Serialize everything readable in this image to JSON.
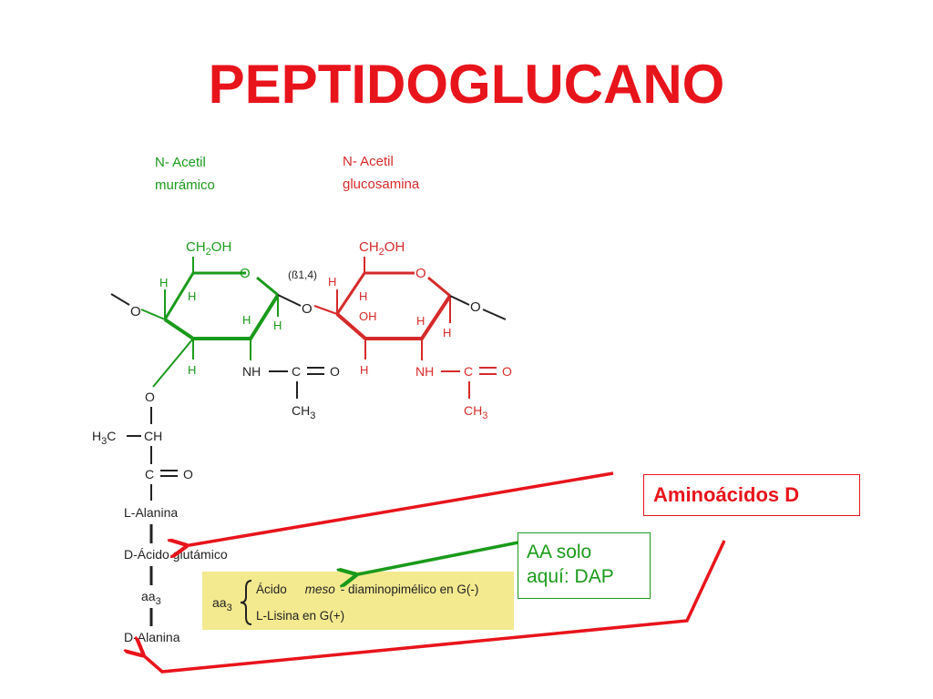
{
  "slide": {
    "title": "PEPTIDOGLUCANO"
  },
  "sugars": {
    "nam_label_line1": "N- Acetil",
    "nam_label_line2": "murámico",
    "nag_label_line1": "N- Acetil",
    "nag_label_line2": "glucosamina",
    "bond_label": "(ß1,4)",
    "ch2oh_ch": "CH",
    "ch2oh_sub": "2",
    "ch2oh_oh": "OH",
    "ring_o": "O",
    "link_o": "O",
    "h": "H",
    "oh": "OH",
    "nh": "NH",
    "c": "C",
    "o": "O",
    "ch3_ch": "CH",
    "ch3_sub": "3"
  },
  "chain": {
    "o": "O",
    "h3c_h": "H",
    "h3c_sub": "3",
    "h3c_c": "C",
    "ch": "CH",
    "c": "C",
    "o2": "O",
    "residues": [
      "L-Alanina",
      "D-Ácido glutámico",
      "aa",
      "D-Alanina"
    ],
    "aa_sub": "3"
  },
  "aa3_box": {
    "label": "aa",
    "label_sub": "3",
    "line1_prefix": "Ácido",
    "line1_italic": "meso",
    "line1_suffix": "- diaminopimélico en G(-)",
    "line2": "L-Lisina en G(+)"
  },
  "callouts": {
    "d_amino": "Aminoácidos D",
    "dap_line1": "AA solo",
    "dap_line2": "aquí: DAP"
  },
  "colors": {
    "title": "#e8141c",
    "nam": "#1a9a1a",
    "nag": "#d62a2a",
    "chain": "#222222",
    "aa3_box_bg": "#f3e98f",
    "arrow_red": "#e8141c",
    "arrow_green": "#1a9a1a"
  }
}
